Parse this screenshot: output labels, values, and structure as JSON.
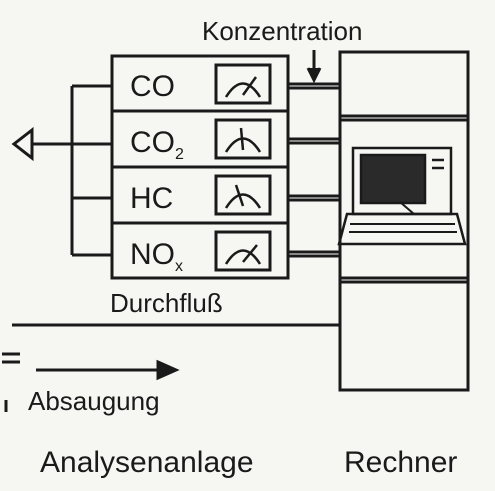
{
  "labels": {
    "konzentration": "Konzentration",
    "durchfluss": "Durchfluß",
    "absaugung": "Absaugung",
    "analysenanlage": "Analysenanlage",
    "rechner": "Rechner"
  },
  "analyzers": [
    {
      "gas": "CO",
      "subscript": ""
    },
    {
      "gas": "CO",
      "subscript": "2"
    },
    {
      "gas": "HC",
      "subscript": ""
    },
    {
      "gas": "NO",
      "subscript": "x"
    }
  ],
  "icons": {
    "analyzer_gauge": "gauge-icon",
    "computer": "computer-terminal-icon",
    "outlet": "open-arrowhead-icon",
    "flow_direction": "arrow-right-icon"
  },
  "colors": {
    "ink": "#1a1a1a",
    "paper": "#f6f6f3"
  }
}
